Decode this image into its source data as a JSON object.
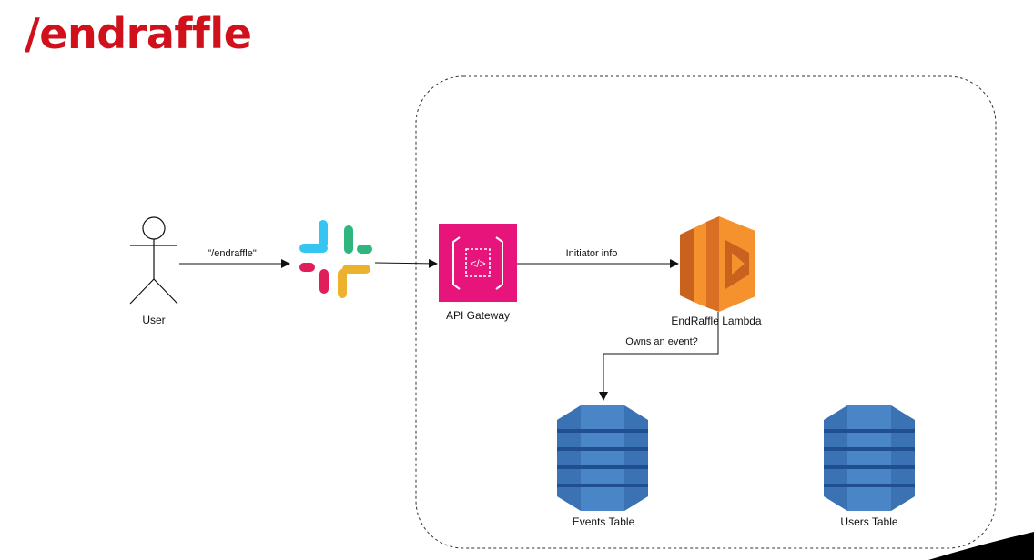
{
  "title": "/endraffle",
  "colors": {
    "title": "#d0111b",
    "api_gateway": "#e7157b",
    "lambda_light": "#f6922d",
    "lambda_dark": "#c8621e",
    "dynamo_light": "#4a85c7",
    "dynamo_dark": "#1f4f8f",
    "line": "#111111"
  },
  "nodes": {
    "user": {
      "label": "User",
      "icon": "stick-figure-icon"
    },
    "slack": {
      "icon": "slack-logo-icon"
    },
    "api_gateway": {
      "label": "API Gateway",
      "icon": "api-gateway-icon"
    },
    "lambda": {
      "label": "EndRaffle Lambda",
      "icon": "lambda-icon"
    },
    "events_table": {
      "label": "Events Table",
      "icon": "dynamodb-icon"
    },
    "users_table": {
      "label": "Users Table",
      "icon": "dynamodb-icon"
    }
  },
  "edges": {
    "user_to_slack": "\"/endraffle\"",
    "gateway_to_lambda": "Initiator info",
    "lambda_to_events": "Owns an event?"
  }
}
